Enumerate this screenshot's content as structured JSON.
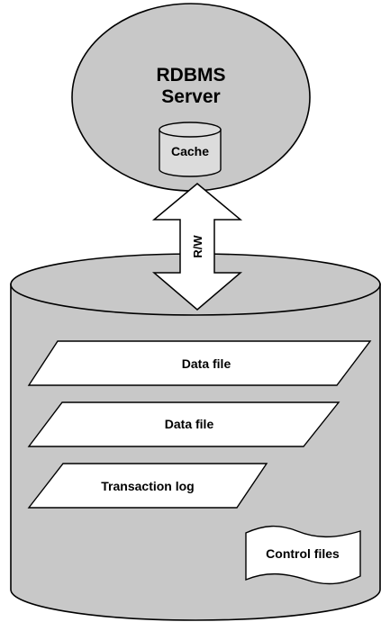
{
  "server": {
    "title_line1": "RDBMS",
    "title_line2": "Server",
    "cache_label": "Cache"
  },
  "connection": {
    "label": "R/W"
  },
  "storage": {
    "files": [
      {
        "label": "Data file"
      },
      {
        "label": "Data file"
      },
      {
        "label": "Transaction log"
      }
    ],
    "control_files_label": "Control files"
  },
  "colors": {
    "fill": "#c8c8c8",
    "cache_fill": "#dcdcdc",
    "white": "#ffffff",
    "stroke": "#000000"
  }
}
